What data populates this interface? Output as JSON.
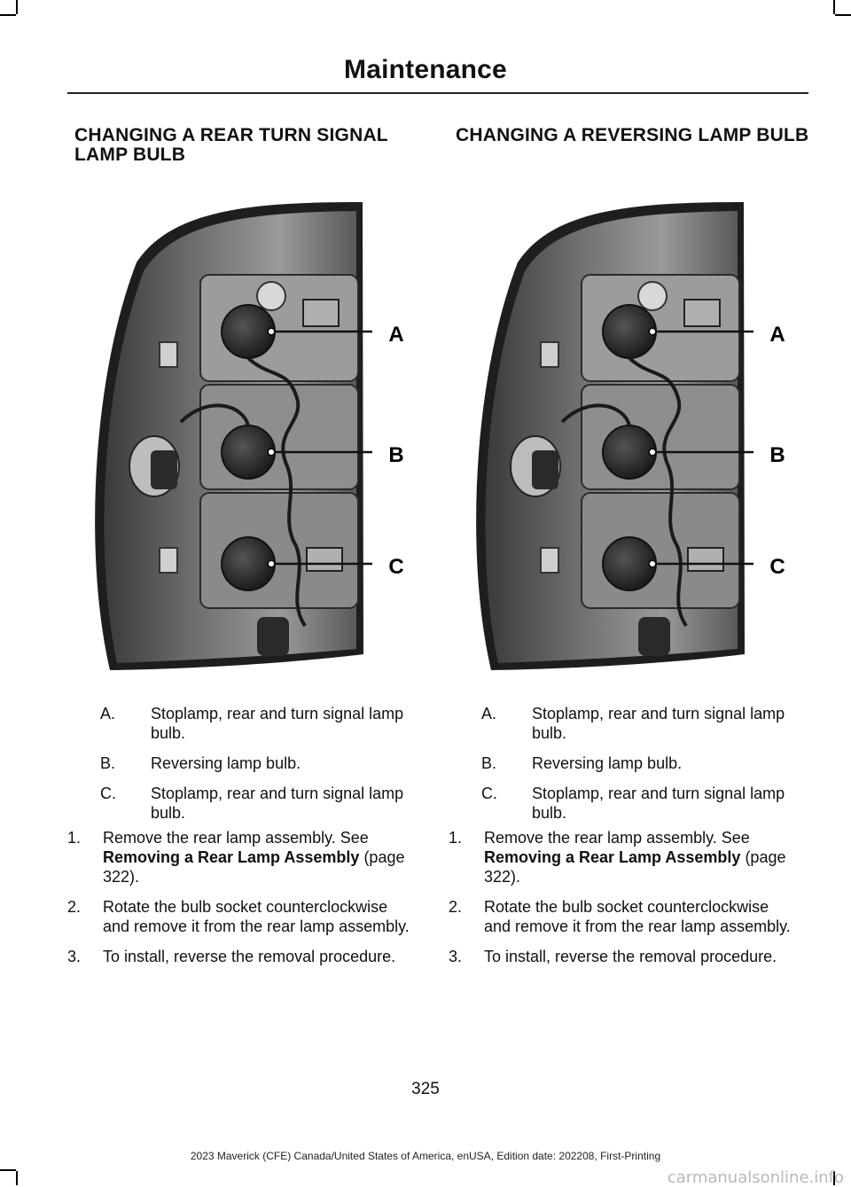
{
  "header": {
    "title": "Maintenance"
  },
  "sections": [
    {
      "title": "CHANGING A REAR TURN SIGNAL LAMP BULB",
      "figure": {
        "callouts": [
          "A",
          "B",
          "C"
        ]
      },
      "legend": [
        {
          "letter": "A.",
          "text": "Stoplamp, rear and turn signal lamp bulb."
        },
        {
          "letter": "B.",
          "text": "Reversing lamp bulb."
        },
        {
          "letter": "C.",
          "text": "Stoplamp, rear and turn signal lamp bulb."
        }
      ],
      "steps": [
        {
          "num": "1.",
          "pre": "Remove the rear lamp assembly.  See ",
          "ref": "Removing a Rear Lamp Assembly",
          "post": " (page 322)."
        },
        {
          "num": "2.",
          "pre": "Rotate the bulb socket counterclockwise and remove it from the rear lamp assembly.",
          "ref": "",
          "post": ""
        },
        {
          "num": "3.",
          "pre": "To install, reverse the removal procedure.",
          "ref": "",
          "post": ""
        }
      ]
    },
    {
      "title": "CHANGING A REVERSING LAMP BULB",
      "figure": {
        "callouts": [
          "A",
          "B",
          "C"
        ]
      },
      "legend": [
        {
          "letter": "A.",
          "text": "Stoplamp, rear and turn signal lamp bulb."
        },
        {
          "letter": "B.",
          "text": "Reversing lamp bulb."
        },
        {
          "letter": "C.",
          "text": "Stoplamp, rear and turn signal lamp bulb."
        }
      ],
      "steps": [
        {
          "num": "1.",
          "pre": "Remove the rear lamp assembly.  See ",
          "ref": "Removing a Rear Lamp Assembly",
          "post": " (page 322)."
        },
        {
          "num": "2.",
          "pre": "Rotate the bulb socket counterclockwise and remove it from the rear lamp assembly.",
          "ref": "",
          "post": ""
        },
        {
          "num": "3.",
          "pre": "To install, reverse the removal procedure.",
          "ref": "",
          "post": ""
        }
      ]
    }
  ],
  "page_number": "325",
  "footer": {
    "text": "2023 Maverick (CFE) Canada/United States of America, enUSA, Edition date: 202208, First-Printing"
  },
  "watermark": {
    "text": "carmanualsonline.info"
  }
}
